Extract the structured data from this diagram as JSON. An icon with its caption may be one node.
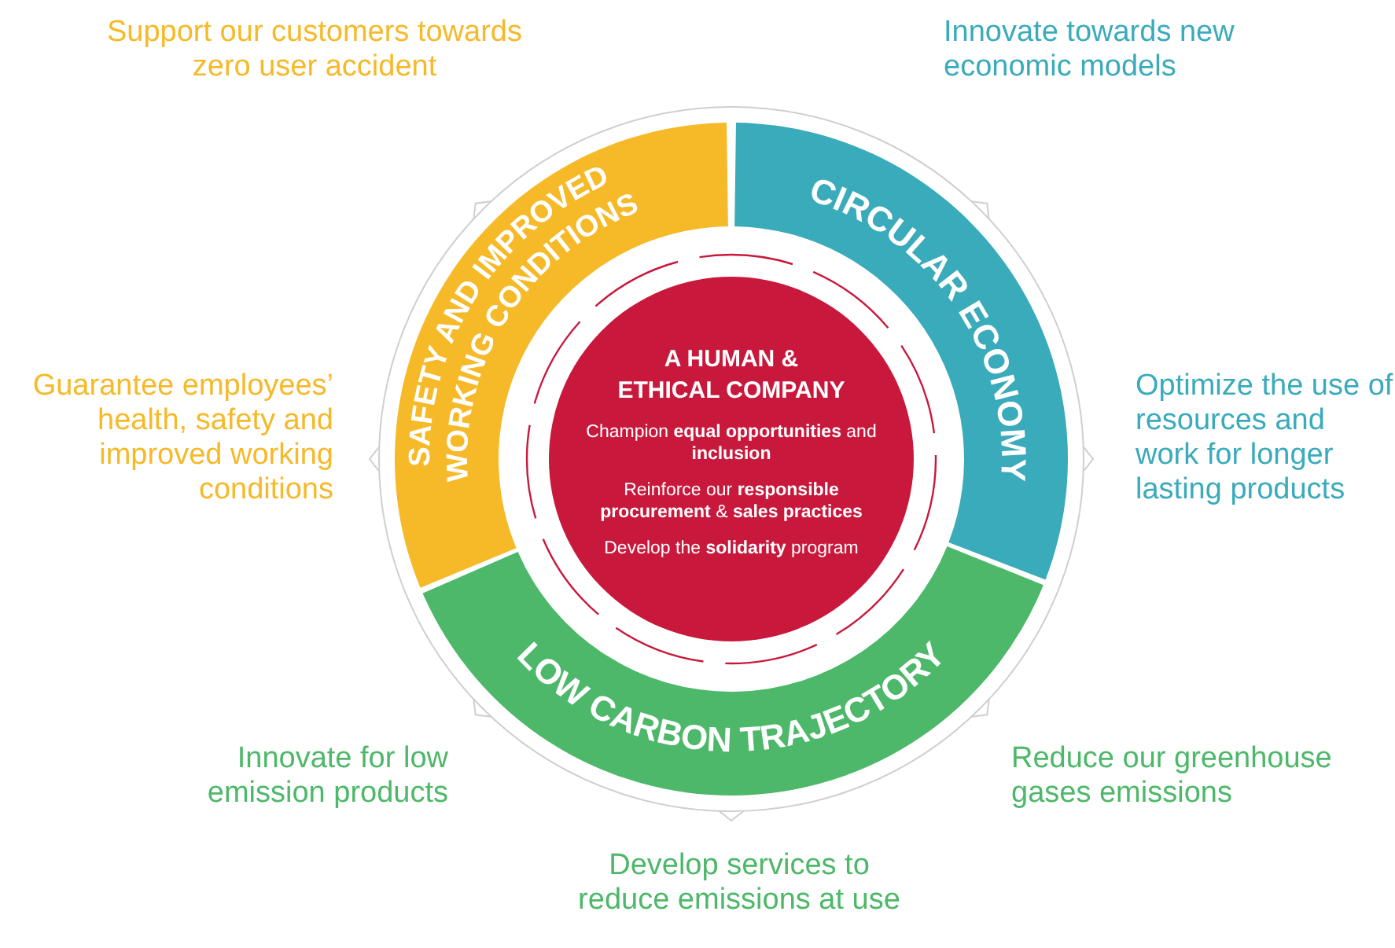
{
  "diagram": {
    "nodes": [
      {
        "text": [
          "SAFETY AND IMPROVED WORKING CONDITIONS"
        ],
        "beside": [
          "Support our customers towards zero user accident",
          "Guarantee employees’ health, safety and improved working conditions"
        ]
      },
      {
        "text": [
          "CIRCULAR ECONOMY"
        ],
        "beside": [
          "Innovate towards new economic models",
          "Optimize the use of resources and work for longer lasting products"
        ]
      },
      {
        "text": [
          "A HUMAN & ETHICAL COMPANY",
          "Champion **equal opportunities** and **inclusion**",
          "Reinforce our **responsible procurement** & **sales practices**",
          "Develop the **solidarity** program"
        ]
      },
      {
        "text": [
          "LOW CARBON TRAJECTORY"
        ],
        "beside": [
          "Innovate for low emission products",
          "Develop services to reduce emissions at use",
          "Reduce our greenhouse gases emissions"
        ]
      }
    ]
  }
}
